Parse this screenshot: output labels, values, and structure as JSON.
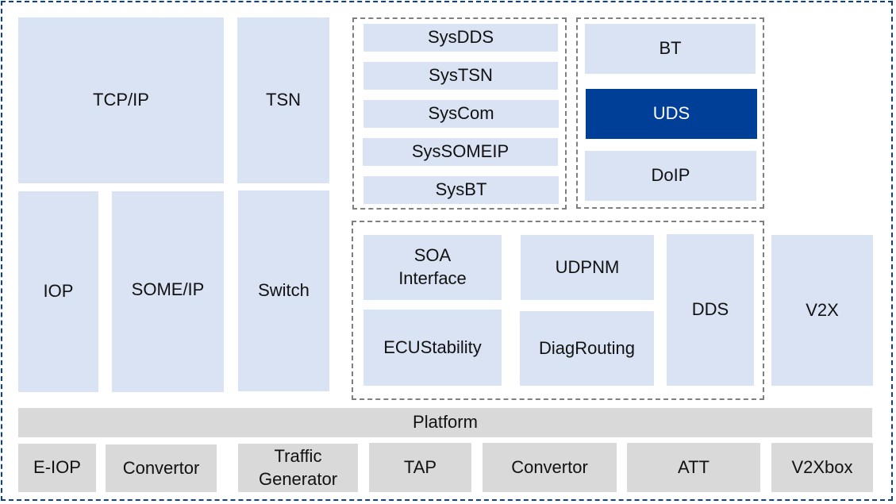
{
  "diagram": {
    "title": "",
    "colors": {
      "module_fill": "#dae3f3",
      "platform_fill": "#d9d9d9",
      "highlight_fill": "#003f97",
      "highlight_text": "#ffffff",
      "outer_border": "#0b3f91",
      "group_border": "#7f7f7f"
    },
    "protocol_stack": {
      "tcpip": "TCP/IP",
      "tsn": "TSN",
      "iop": "IOP",
      "someip": "SOME/IP",
      "switch": "Switch"
    },
    "sys_group": {
      "items": [
        "SysDDS",
        "SysTSN",
        "SysCom",
        "SysSOMEIP",
        "SysBT"
      ]
    },
    "diag_group": {
      "items": [
        {
          "label": "BT",
          "highlighted": false
        },
        {
          "label": "UDS",
          "highlighted": true
        },
        {
          "label": "DoIP",
          "highlighted": false
        }
      ]
    },
    "service_group": {
      "soa_line1": "SOA",
      "soa_line2": "Interface",
      "udpnm": "UDPNM",
      "ecustability": "ECUStability",
      "diagrouting": "DiagRouting",
      "dds": "DDS"
    },
    "v2x": "V2X",
    "platform": "Platform",
    "tools": {
      "eiop": "E-IOP",
      "convertor1": "Convertor",
      "traffic_line1": "Traffic",
      "traffic_line2": "Generator",
      "tap": "TAP",
      "convertor2": "Convertor",
      "att": "ATT",
      "v2xbox": "V2Xbox"
    }
  }
}
